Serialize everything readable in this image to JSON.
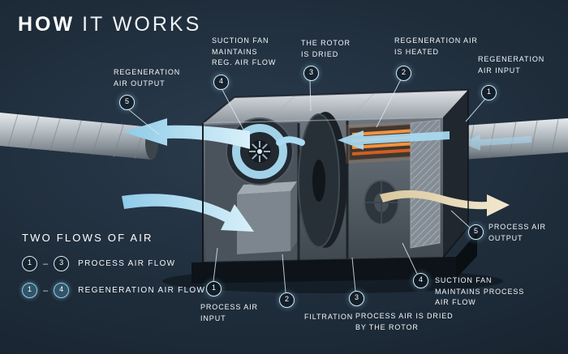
{
  "title": {
    "strong": "HOW",
    "light": "IT WORKS"
  },
  "callouts": {
    "regen_output": {
      "num": "5",
      "label": "REGENERATION\nAIR OUTPUT"
    },
    "regen_fan": {
      "num": "4",
      "label": "SUCTION FAN\nMAINTAINS\nREG. AIR FLOW"
    },
    "rotor_dried": {
      "num": "3",
      "label": "THE ROTOR\nIS DRIED"
    },
    "regen_heated": {
      "num": "2",
      "label": "REGENERATION AIR\nIS HEATED"
    },
    "regen_input": {
      "num": "1",
      "label": "REGENERATION\nAIR INPUT"
    },
    "process_input": {
      "num": "1",
      "label": "PROCESS AIR\nINPUT"
    },
    "filtration": {
      "num": "2",
      "label": "FILTRATION"
    },
    "process_dried": {
      "num": "3",
      "label": "PROCESS AIR IS DRIED\nBY THE ROTOR"
    },
    "process_fan": {
      "num": "4",
      "label": "SUCTION FAN\nMAINTAINS PROCESS\nAIR FLOW"
    },
    "process_output": {
      "num": "5",
      "label": "PROCESS AIR\nOUTPUT"
    }
  },
  "legend": {
    "heading": "TWO FLOWS OF AIR",
    "dash": "–",
    "rows": [
      {
        "from": "1",
        "to": "3",
        "label": "PROCESS AIR FLOW"
      },
      {
        "from": "1",
        "to": "4",
        "label": "REGENERATION AIR FLOW"
      }
    ]
  },
  "colors": {
    "background": "#1f2d3b",
    "accent_blue": "#8fd0ec",
    "flow_blue": "#a9dbf2",
    "flow_tan": "#e9d9b5",
    "heater_orange": "#ef8a3a"
  }
}
